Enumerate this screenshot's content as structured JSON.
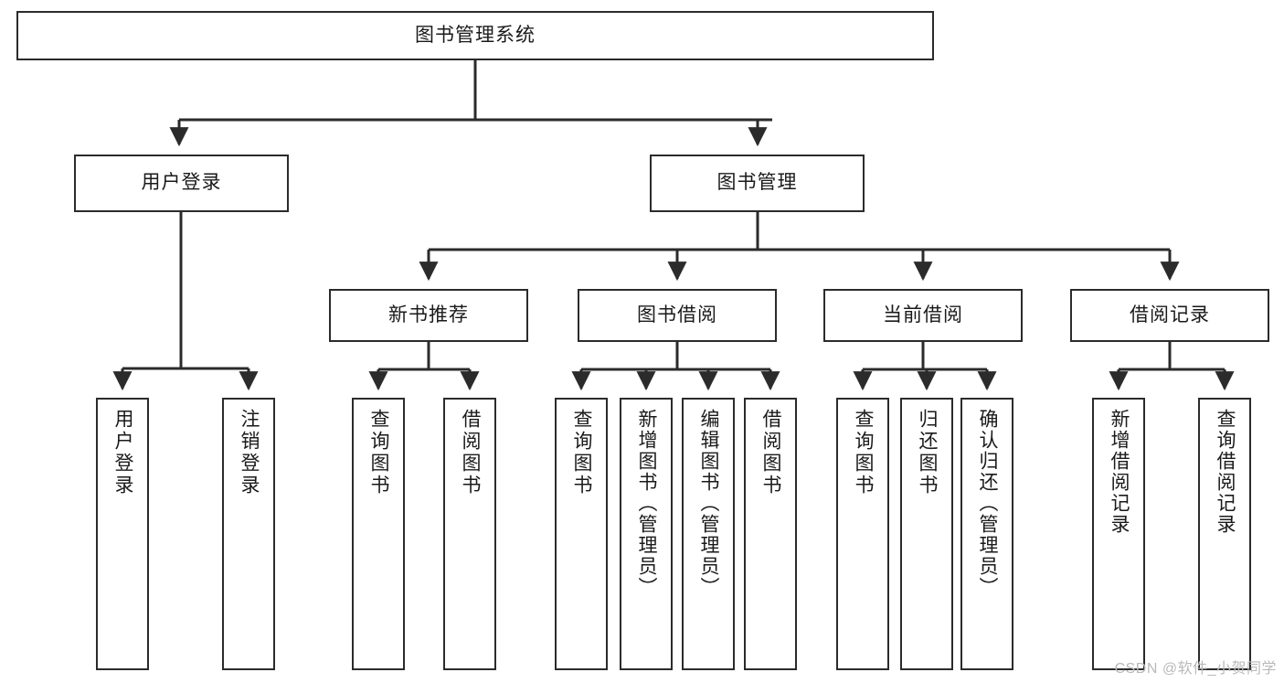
{
  "diagram": {
    "title": "图书管理系统",
    "type": "tree",
    "root": {
      "id": "root",
      "label": "图书管理系统"
    },
    "level2": [
      {
        "id": "user-login",
        "label": "用户登录"
      },
      {
        "id": "book-management",
        "label": "图书管理"
      }
    ],
    "level3": [
      {
        "id": "new-book-recommend",
        "label": "新书推荐",
        "parent": "book-management"
      },
      {
        "id": "book-borrow",
        "label": "图书借阅",
        "parent": "book-management"
      },
      {
        "id": "current-borrow",
        "label": "当前借阅",
        "parent": "book-management"
      },
      {
        "id": "borrow-record",
        "label": "借阅记录",
        "parent": "book-management"
      }
    ],
    "leaves": [
      {
        "id": "leaf-user-login",
        "label": "用户登录",
        "parent": "user-login"
      },
      {
        "id": "leaf-logout-login",
        "label": "注销登录",
        "parent": "user-login"
      },
      {
        "id": "leaf-query-book-1",
        "label": "查询图书",
        "parent": "new-book-recommend"
      },
      {
        "id": "leaf-borrow-book-1",
        "label": "借阅图书",
        "parent": "new-book-recommend"
      },
      {
        "id": "leaf-query-book-2",
        "label": "查询图书",
        "parent": "book-borrow"
      },
      {
        "id": "leaf-add-book",
        "label": "新增图书（管理员）",
        "parent": "book-borrow"
      },
      {
        "id": "leaf-edit-book",
        "label": "编辑图书（管理员）",
        "parent": "book-borrow"
      },
      {
        "id": "leaf-borrow-book-2",
        "label": "借阅图书",
        "parent": "book-borrow"
      },
      {
        "id": "leaf-query-book-3",
        "label": "查询图书",
        "parent": "current-borrow"
      },
      {
        "id": "leaf-return-book",
        "label": "归还图书",
        "parent": "current-borrow"
      },
      {
        "id": "leaf-confirm-return",
        "label": "确认归还（管理员）",
        "parent": "current-borrow"
      },
      {
        "id": "leaf-add-record",
        "label": "新增借阅记录",
        "parent": "borrow-record"
      },
      {
        "id": "leaf-query-record",
        "label": "查询借阅记录",
        "parent": "borrow-record"
      }
    ]
  },
  "watermark": {
    "text": "CSDN @软件_小贺同学"
  },
  "colors": {
    "stroke": "#2b2b2b",
    "fill": "#ffffff",
    "text": "#1a1a1a",
    "watermark": "#b9b9b9"
  }
}
